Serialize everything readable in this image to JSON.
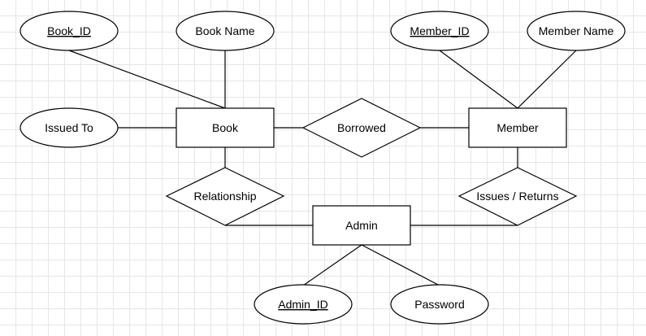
{
  "diagram": {
    "entities": {
      "book": "Book",
      "member": "Member",
      "admin": "Admin"
    },
    "relationships": {
      "borrowed": "Borrowed",
      "relationship": "Relationship",
      "issues_returns": "Issues / Returns"
    },
    "attributes": {
      "book_id": "Book_ID",
      "book_name": "Book Name",
      "issued_to": "Issued To",
      "member_id": "Member_ID",
      "member_name": "Member Name",
      "admin_id": "Admin_ID",
      "password": "Password"
    },
    "key_attributes": [
      "book_id",
      "member_id",
      "admin_id"
    ]
  }
}
